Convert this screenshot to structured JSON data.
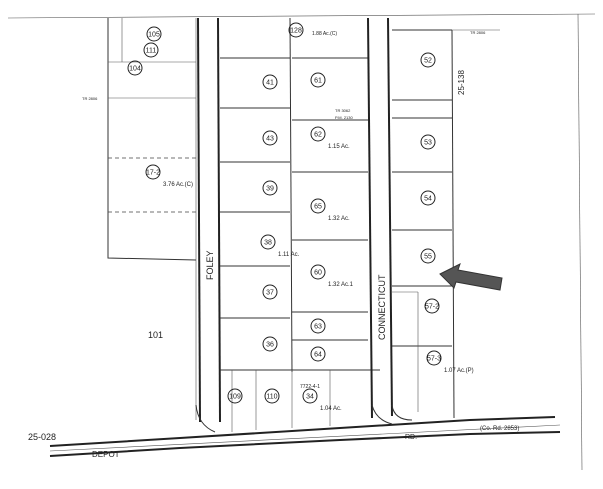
{
  "map": {
    "page_left": "25-028",
    "page_right": "25-138",
    "parcel_101": "101",
    "streets": {
      "foley": "FOLEY",
      "connecticut": "CONNECTICUT",
      "depot": "DEPOT",
      "rd": "RD.",
      "county_road": "(Co. Rd. 2853)"
    },
    "parcels": [
      {
        "num": "41",
        "note": ""
      },
      {
        "num": "43",
        "note": ""
      },
      {
        "num": "39",
        "note": ""
      },
      {
        "num": "38",
        "note": "1.11 Ac."
      },
      {
        "num": "37",
        "note": ""
      },
      {
        "num": "36",
        "note": ""
      },
      {
        "num": "60",
        "note": "1.32 Ac.1"
      },
      {
        "num": "63",
        "note": ""
      },
      {
        "num": "64",
        "note": ""
      },
      {
        "num": "61",
        "note": ""
      },
      {
        "num": "62",
        "note": "1.15 Ac."
      },
      {
        "num": "65",
        "note": "1.32 Ac."
      },
      {
        "num": "52",
        "note": ""
      },
      {
        "num": "53",
        "note": ""
      },
      {
        "num": "54",
        "note": ""
      },
      {
        "num": "55",
        "note": ""
      },
      {
        "num": "57-2",
        "note": ""
      },
      {
        "num": "57-3",
        "note": "1.07 Ac.(P)"
      },
      {
        "num": "17-2",
        "note": "3.76 Ac.(C)"
      },
      {
        "num": "109",
        "note": ""
      },
      {
        "num": "110",
        "note": ""
      },
      {
        "num": "34",
        "note": "1.04 Ac."
      },
      {
        "num": "104",
        "note": ""
      },
      {
        "num": "105",
        "note": ""
      },
      {
        "num": "111",
        "note": ""
      },
      {
        "num": "128",
        "note": ""
      }
    ],
    "labels": {
      "acre_top": "1.88 Ac.(C)",
      "tr_top_right": "TR 2806",
      "tr_left": "TR 2806",
      "tr_mid": "TR 3062",
      "pm": "P.M. 2130",
      "lot_77": "7722-4-1"
    }
  },
  "arrow": {
    "icon": "arrow-pointer-icon",
    "color": "#555555"
  }
}
